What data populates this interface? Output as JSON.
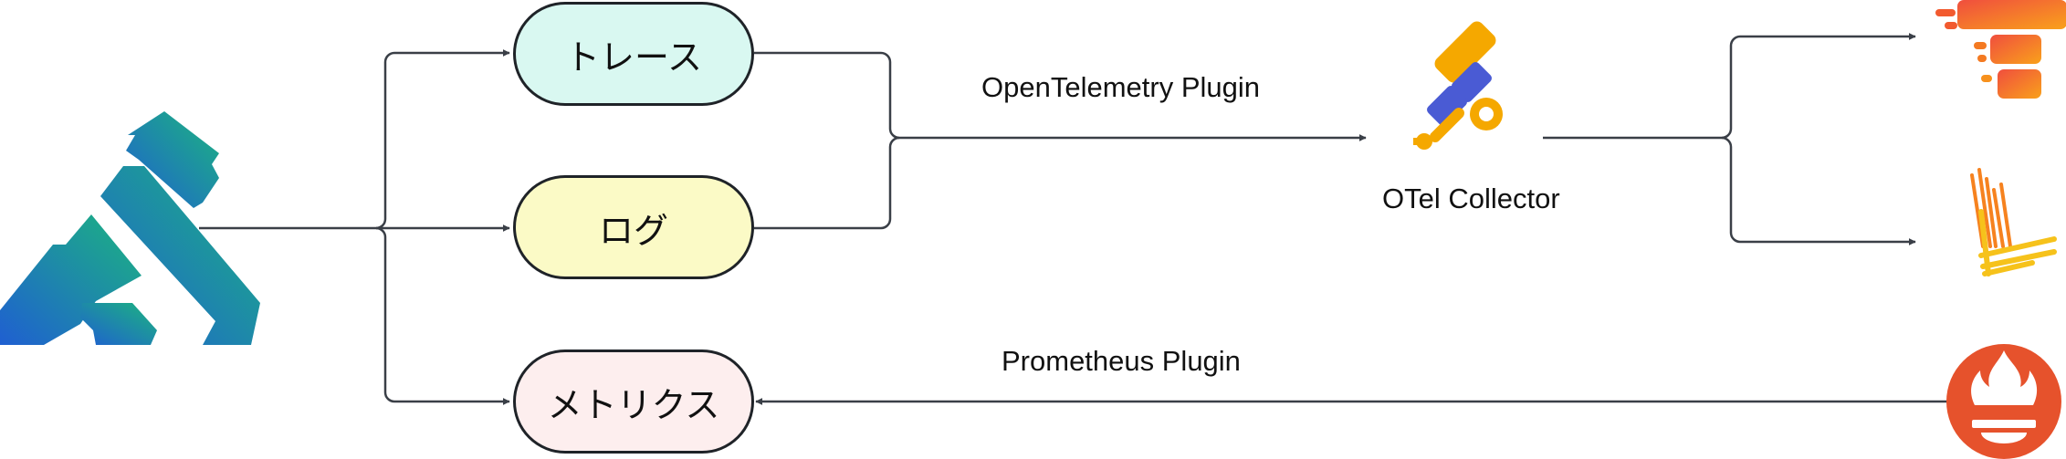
{
  "nodes": {
    "trace": {
      "label": "トレース",
      "color": "#d9f8f1"
    },
    "log": {
      "label": "ログ",
      "color": "#fbfac6"
    },
    "metrics": {
      "label": "メトリクス",
      "color": "#fdeeee"
    }
  },
  "labels": {
    "otel_plugin": "OpenTelemetry Plugin",
    "collector": "OTel Collector",
    "prometheus_plugin": "Prometheus Plugin"
  },
  "icons": {
    "source": "kong-gorilla-icon",
    "collector": "opentelemetry-telescope-icon",
    "trace_backend": "grafana-tempo-icon",
    "log_backend": "grafana-loki-icon",
    "metrics_backend": "prometheus-torch-icon"
  },
  "colors": {
    "line": "#3a3f47",
    "kong_green": "#1cb57f",
    "kong_blue": "#1f5fd1",
    "otel_blue": "#4a5bd4",
    "otel_orange": "#f5a800",
    "tempo_orange": "#f6821f",
    "loki_yellow": "#f6c21b",
    "prometheus_red": "#e6522c"
  }
}
